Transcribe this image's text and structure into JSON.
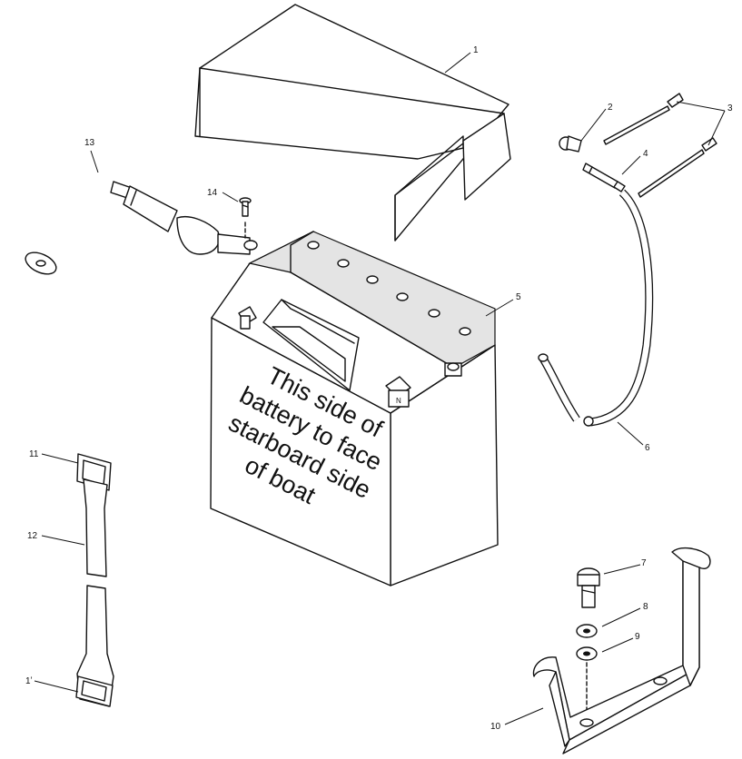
{
  "callouts": {
    "c1": "1",
    "c2": "2",
    "c3": "3",
    "c4": "4",
    "c5": "5",
    "c6": "6",
    "c7": "7",
    "c8": "8",
    "c9": "9",
    "c10": "10",
    "c11_top": "11",
    "c11_bottom": "1ʼ",
    "c12": "12",
    "c13": "13",
    "c14": "14"
  },
  "battery_label": [
    "This side of",
    "battery to face",
    "starboard side",
    "of boat"
  ]
}
